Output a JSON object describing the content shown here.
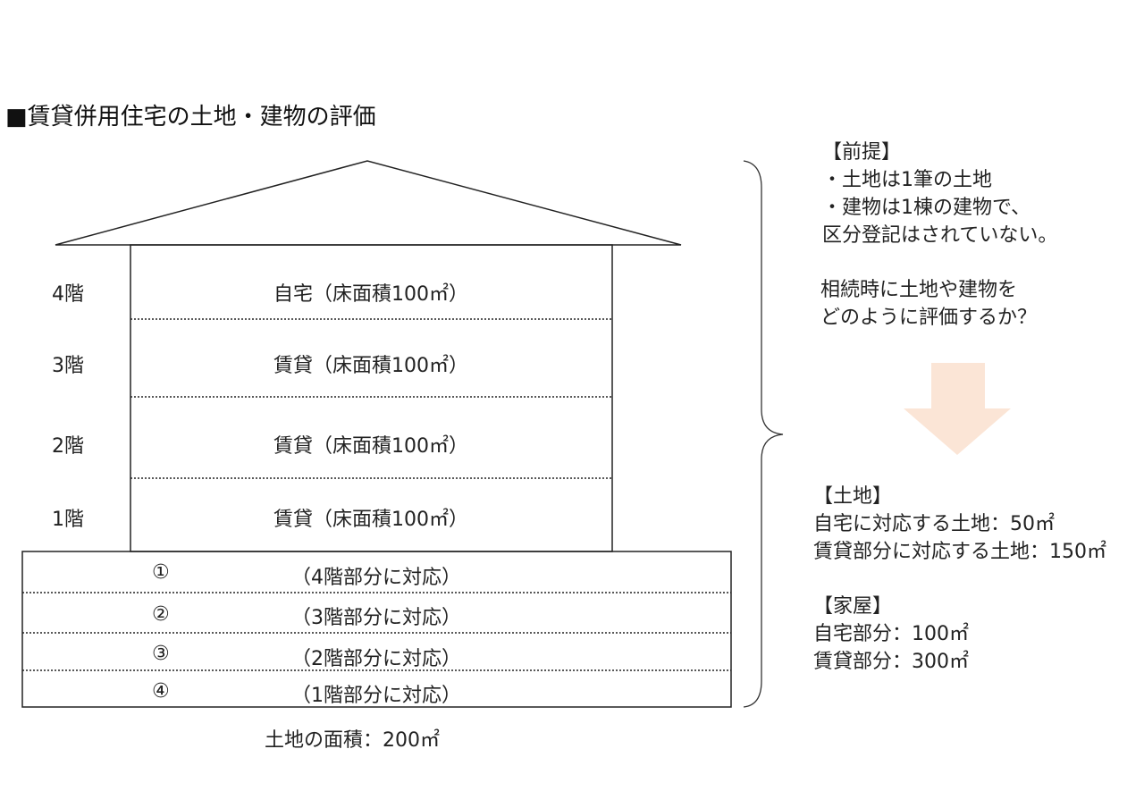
{
  "title": "■賃貸併用住宅の土地・建物の評価",
  "floors": [
    {
      "label": "4階",
      "text": "自宅（床面積100㎡）"
    },
    {
      "label": "3階",
      "text": "賃貸（床面積100㎡）"
    },
    {
      "label": "2階",
      "text": "賃貸（床面積100㎡）"
    },
    {
      "label": "1階",
      "text": "賃貸（床面積100㎡）"
    }
  ],
  "land_rows": [
    {
      "num": "①",
      "text": "（4階部分に対応）"
    },
    {
      "num": "②",
      "text": "（3階部分に対応）"
    },
    {
      "num": "③",
      "text": "（2階部分に対応）"
    },
    {
      "num": "④",
      "text": "（1階部分に対応）"
    }
  ],
  "land_area": "土地の面積：200㎡",
  "premise": {
    "heading": "【前提】",
    "lines": [
      "・土地は1筆の土地",
      "・建物は1棟の建物で、",
      "区分登記はされていない。"
    ],
    "question": [
      "相続時に土地や建物を",
      "どのように評価するか？"
    ]
  },
  "result": {
    "land_heading": "【土地】",
    "land_lines": [
      "自宅に対応する土地：50㎡",
      "賃貸部分に対応する土地：150㎡"
    ],
    "house_heading": "【家屋】",
    "house_lines": [
      "自宅部分：100㎡",
      "賃貸部分：300㎡"
    ]
  },
  "colors": {
    "arrow": "#fbe5d6",
    "line": "#222222"
  }
}
